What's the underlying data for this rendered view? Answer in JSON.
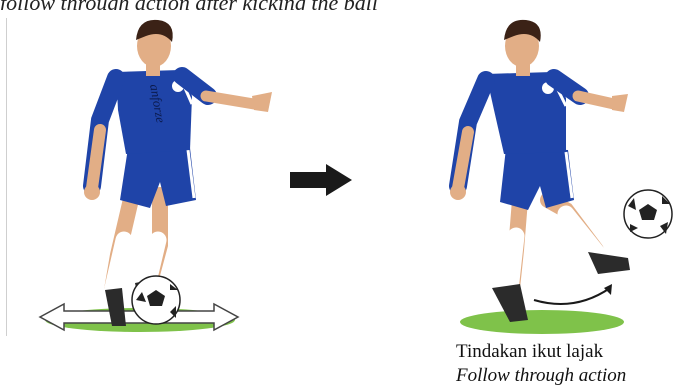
{
  "header": {
    "text": "follow through action after kicking the ball"
  },
  "left_figure": {
    "shirt_text": "anforze"
  },
  "caption": {
    "malay": "Tindakan ikut lajak",
    "english": "Follow through action"
  },
  "colors": {
    "jersey": "#1f44a8",
    "jersey_stripe": "#ffffff",
    "skin": "#e2ae86",
    "hair": "#3b2216",
    "sock": "#ffffff",
    "boot": "#2b2b2b",
    "grass": "#7fc24a",
    "arrow": "#1a1a1a"
  }
}
